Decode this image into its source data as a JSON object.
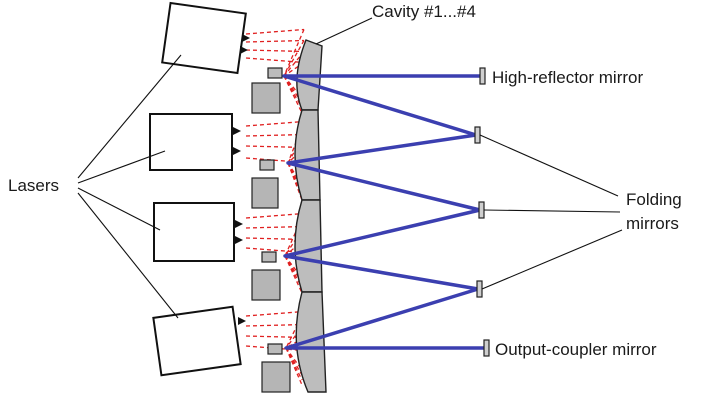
{
  "labels": {
    "cavity": "Cavity #1...#4",
    "high_reflector": "High-reflector mirror",
    "lasers": "Lasers",
    "folding_line1": "Folding",
    "folding_line2": "mirrors",
    "output_coupler": "Output-coupler mirror"
  },
  "colors": {
    "beam": "#3b3fb0",
    "pump": "#e02020",
    "outline": "#111111",
    "mirror_fill": "#bdbdbd",
    "mount_fill": "#b5b5b5"
  }
}
